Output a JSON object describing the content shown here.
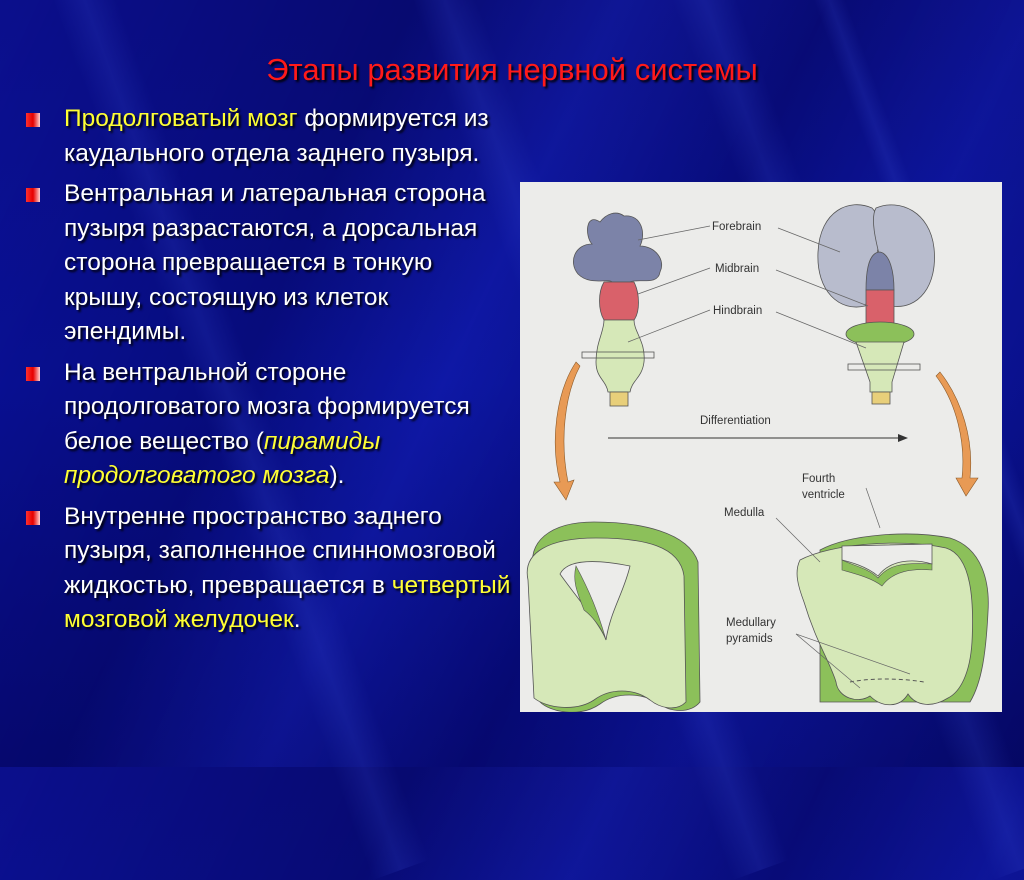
{
  "slide": {
    "title": "Этапы развития нервной системы",
    "colors": {
      "background": "#0a0f8a",
      "title": "#ff1a1a",
      "body_text": "#ffffff",
      "highlight": "#ffff33",
      "bullet": "#e60000"
    }
  },
  "bullets": [
    {
      "parts": [
        {
          "text": "Продолговатый мозг",
          "style": "highlight"
        },
        {
          "text": " формируется из каудального отдела заднего пузыря.",
          "style": "normal"
        }
      ]
    },
    {
      "parts": [
        {
          "text": "Вентральная и латеральная сторона пузыря разрастаются, а дорсальная сторона превращается в тонкую крышу, состоящую из клеток эпендимы.",
          "style": "normal"
        }
      ]
    },
    {
      "parts": [
        {
          "text": "На вентральной стороне продолговатого мозга формируется белое вещество (",
          "style": "normal"
        },
        {
          "text": "пирамиды продолговатого мозга",
          "style": "highlight-italic"
        },
        {
          "text": ").",
          "style": "normal"
        }
      ]
    },
    {
      "parts": [
        {
          "text": "Внутренне пространство заднего пузыря, заполненное спинномозговой жидкостью, превращается в ",
          "style": "normal"
        },
        {
          "text": "четвертый мозговой желудочек",
          "style": "highlight"
        },
        {
          "text": ".",
          "style": "normal"
        }
      ]
    }
  ],
  "figure": {
    "labels": {
      "forebrain": "Forebrain",
      "midbrain": "Midbrain",
      "hindbrain": "Hindbrain",
      "differentiation": "Differentiation",
      "fourth_ventricle_1": "Fourth",
      "fourth_ventricle_2": "ventricle",
      "medulla": "Medulla",
      "medullary_pyramids_1": "Medullary",
      "medullary_pyramids_2": "pyramids"
    },
    "colors": {
      "forebrain": "#7c83a8",
      "forebrain_hemispheres": "#b8bccd",
      "midbrain": "#d9616a",
      "hindbrain": "#d6e8b8",
      "hindbrain_dark": "#8cc05a",
      "spinal": "#e8cf7a",
      "arrow": "#e89a55"
    }
  }
}
